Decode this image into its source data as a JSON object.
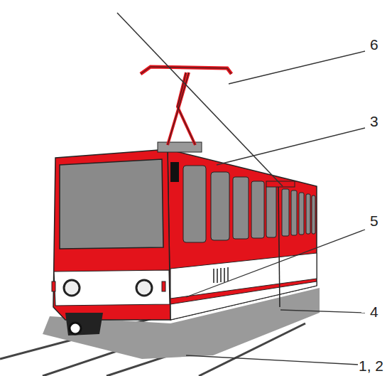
{
  "diagram": {
    "labels": [
      "6",
      "3",
      "5",
      "4",
      "1, 2"
    ]
  }
}
